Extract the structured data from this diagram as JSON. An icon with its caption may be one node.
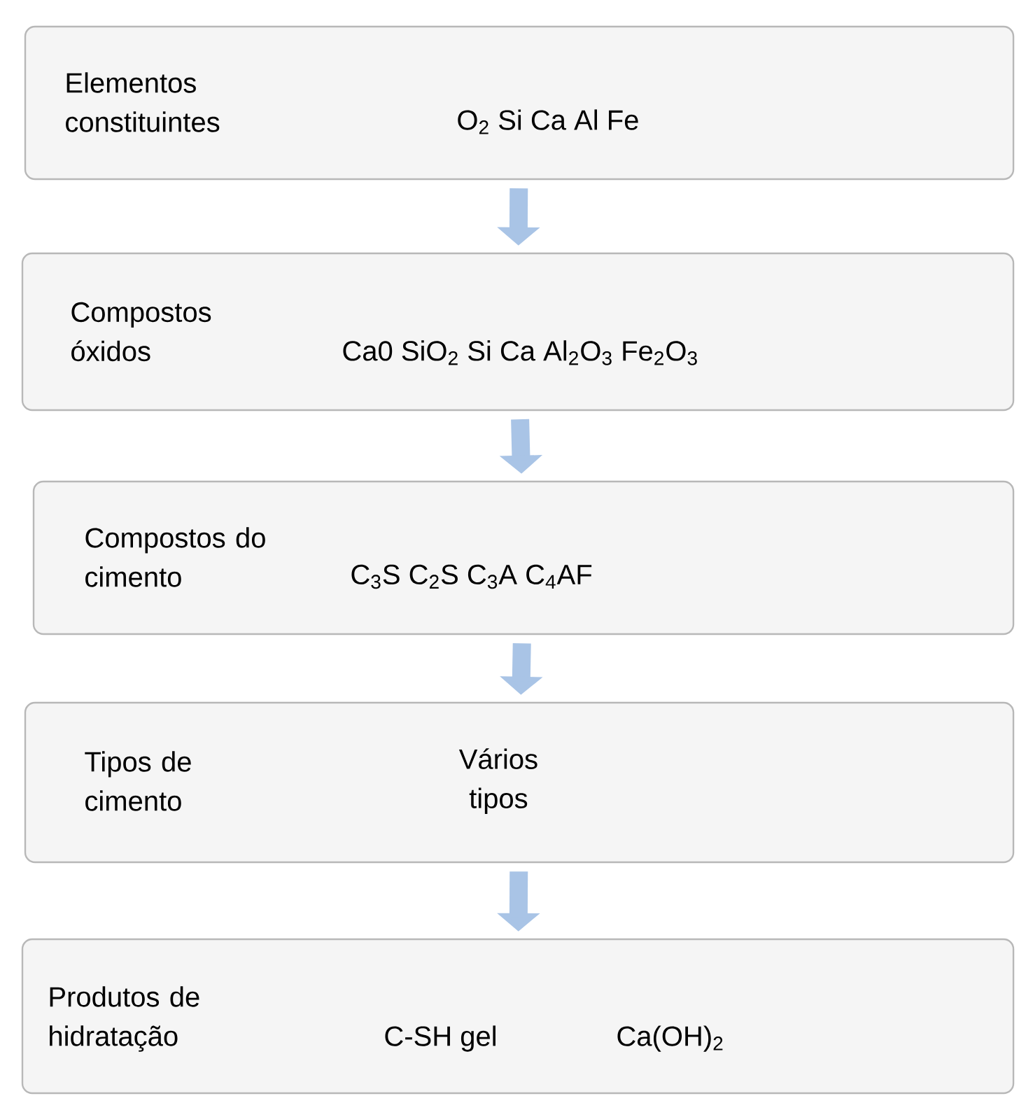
{
  "diagram": {
    "nodes": [
      {
        "text": [
          "Elementos constituintes",
          "O$_{2}$  Si  Ca  Al  Fe"
        ]
      },
      {
        "text": [
          "Compostos óxidos",
          "Ca0 SiO$_{2}$  Si Ca  Al$_{2}$O$_{3}$ Fe$_{2}$O$_{3}$"
        ]
      },
      {
        "text": [
          "Compostos do cimento",
          "C$_{3}$S C$_{2}$S  C$_{3}$A  C$_{4}$AF"
        ]
      },
      {
        "text": [
          "Tipos de cimento",
          "Vários tipos"
        ]
      },
      {
        "text": [
          "Produtos de hidratação",
          "C-SH gel",
          "Ca(OH)$_{2}$"
        ]
      }
    ],
    "edges": [
      {
        "from": 0,
        "to": 1,
        "arrow": "to"
      },
      {
        "from": 1,
        "to": 2,
        "arrow": "to"
      },
      {
        "from": 2,
        "to": 3,
        "arrow": "to"
      },
      {
        "from": 3,
        "to": 4,
        "arrow": "to"
      }
    ]
  }
}
